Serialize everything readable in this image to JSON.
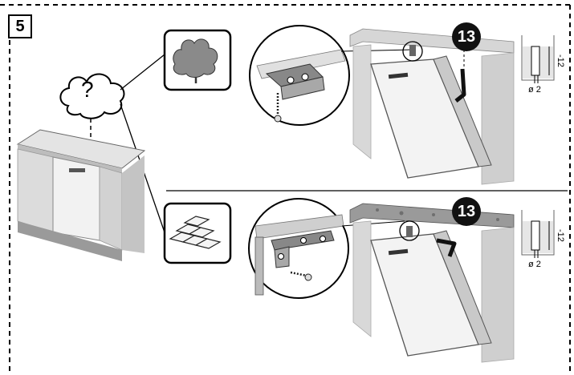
{
  "step_number": "5",
  "callout_top": "13",
  "callout_bottom": "13",
  "question_mark": "?",
  "dim_top_depth": "-12",
  "dim_top_diameter": "ø 2",
  "dim_bottom_depth": "-12",
  "dim_bottom_diameter": "ø 2",
  "icons": {
    "wood_worktop": "tree-icon",
    "stone_worktop": "bricks-icon",
    "unknown_worktop": "question-cloud-icon"
  }
}
